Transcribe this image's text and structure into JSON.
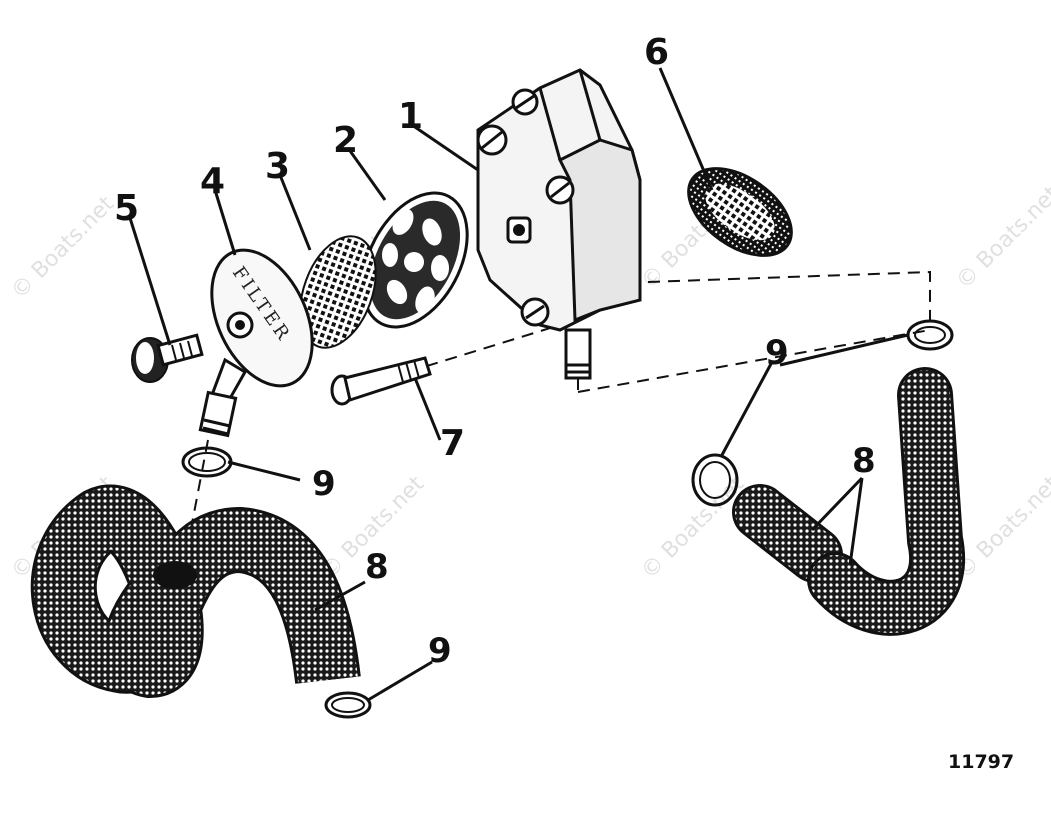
{
  "diagram": {
    "figure_number": "11797",
    "watermark": "© Boats.net",
    "filter_label": "FILTER",
    "callouts": {
      "pump_body": "1",
      "gasket_plate": "2",
      "screen": "3",
      "filter_cover": "4",
      "thumb_screw": "5",
      "gasket": "6",
      "bolt": "7",
      "hose_left": "8",
      "hoses_right": "8",
      "clamp_left": "9",
      "clamp_bottom": "9",
      "clamps_right": "9"
    }
  }
}
